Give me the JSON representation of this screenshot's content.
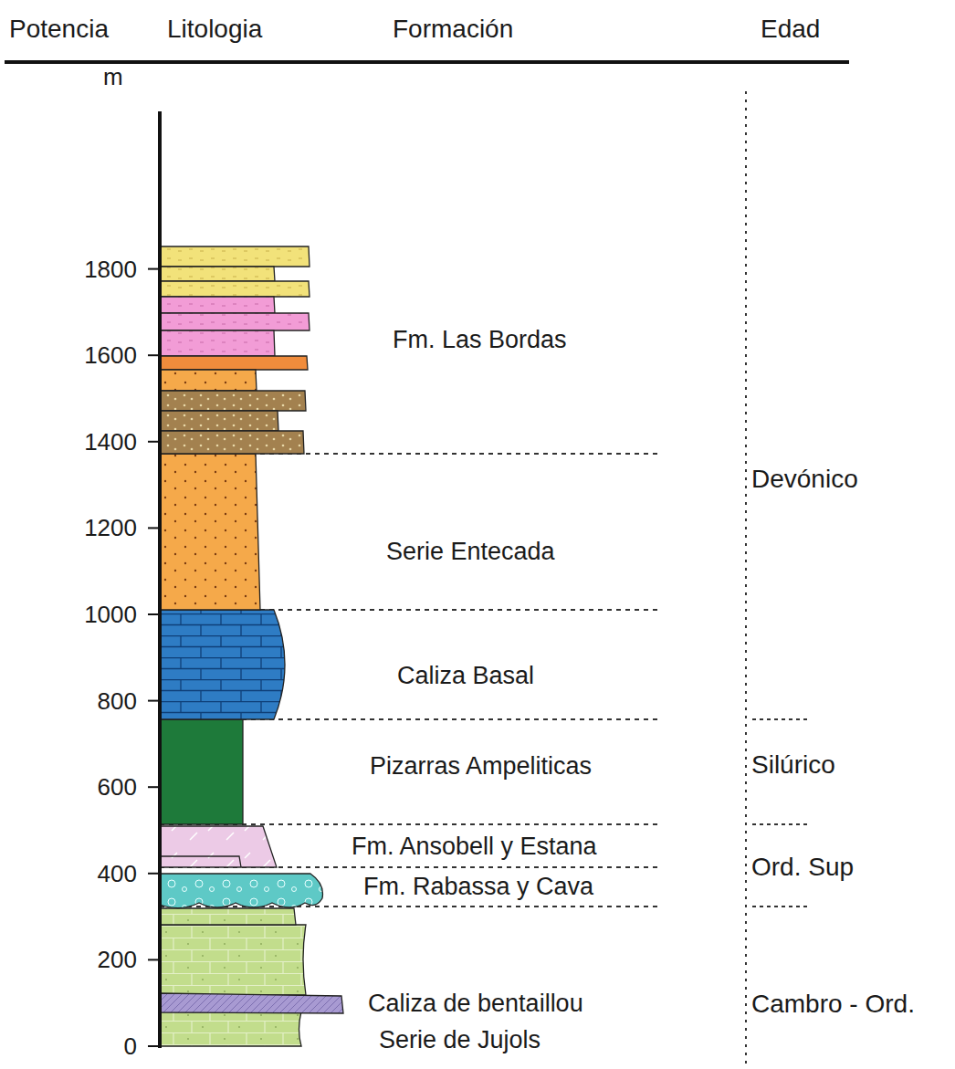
{
  "diagram": {
    "labels": [
      "Potencia",
      "Litologia",
      "Formación",
      "Edad",
      "m",
      "1800",
      "1600",
      "1400",
      "1200",
      "1000",
      "800",
      "600",
      "400",
      "200",
      "0",
      "Fm. Las Bordas",
      "Serie Entecada",
      "Caliza Basal",
      "Pizarras Ampeliticas",
      "Fm. Ansobell y Estana",
      "Fm. Rabassa y Cava",
      "Caliza de bentaillou",
      "Serie de Jujols",
      "Devónico",
      "Silúrico",
      "Ord. Sup",
      "Cambro - Ord."
    ]
  }
}
